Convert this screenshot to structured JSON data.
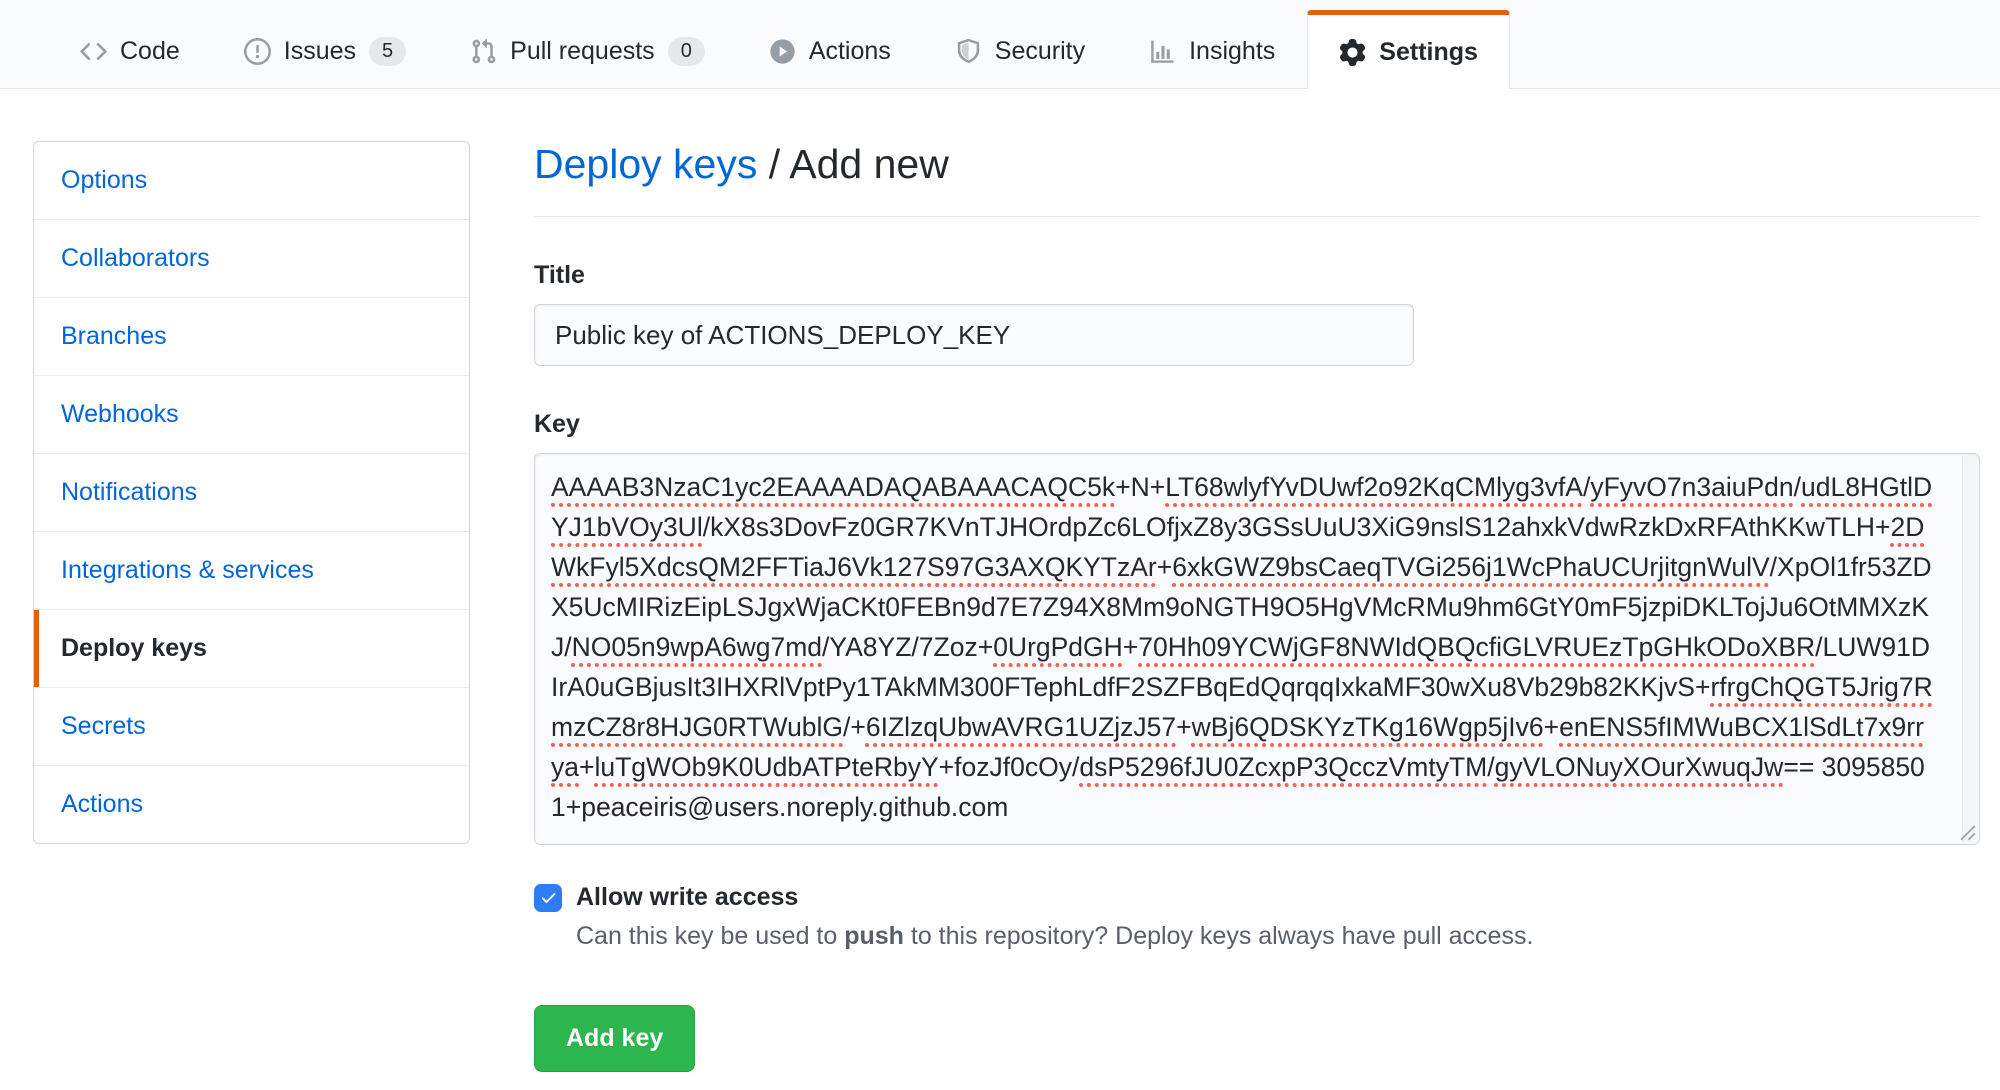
{
  "nav": {
    "tabs": [
      {
        "label": "Code",
        "icon": "code-icon"
      },
      {
        "label": "Issues",
        "icon": "issue-opened-icon",
        "count": "5"
      },
      {
        "label": "Pull requests",
        "icon": "pull-request-icon",
        "count": "0"
      },
      {
        "label": "Actions",
        "icon": "play-circle-icon"
      },
      {
        "label": "Security",
        "icon": "shield-icon"
      },
      {
        "label": "Insights",
        "icon": "bar-graph-icon"
      },
      {
        "label": "Settings",
        "icon": "gear-icon",
        "active": true
      }
    ]
  },
  "sidebar": {
    "items": [
      {
        "label": "Options"
      },
      {
        "label": "Collaborators"
      },
      {
        "label": "Branches"
      },
      {
        "label": "Webhooks"
      },
      {
        "label": "Notifications"
      },
      {
        "label": "Integrations & services"
      },
      {
        "label": "Deploy keys",
        "active": true
      },
      {
        "label": "Secrets"
      },
      {
        "label": "Actions"
      }
    ]
  },
  "main": {
    "breadcrumb": {
      "parent": "Deploy keys",
      "separator": " / ",
      "current": "Add new"
    },
    "title_field": {
      "label": "Title",
      "value": "Public key of ACTIONS_DEPLOY_KEY"
    },
    "key_field": {
      "label": "Key",
      "segments": [
        {
          "t": "AAAAB3NzaC1yc2EAAAADAQABAAACAQC5k",
          "m": true
        },
        {
          "t": "+N+",
          "m": false
        },
        {
          "t": "LT68wlyfYvDUwf2o92KqCMlyg3vfA",
          "m": true
        },
        {
          "t": "/",
          "m": false
        },
        {
          "t": "yFyvO7n3aiuPdn",
          "m": true
        },
        {
          "t": "/",
          "m": false
        },
        {
          "t": "udL8HGtlDYJ1bVOy3Ul",
          "m": true
        },
        {
          "t": "/",
          "m": false
        },
        {
          "t": "kX8s3DovFz0GR7KVnTJHOrdpZc6LOfjxZ8y3GSsUuU3XiG9nslS12ahxkVdwRzkDxRFAthKKwTLH",
          "m": false
        },
        {
          "t": "+",
          "m": false
        },
        {
          "t": "2DWkFyl5XdcsQM2FFTiaJ6Vk127S97G3AXQKYTzAr",
          "m": true
        },
        {
          "t": "+",
          "m": false
        },
        {
          "t": "6xkGWZ9bsCaeqTVGi256j1WcPhaUCUrjitgnWulV",
          "m": true
        },
        {
          "t": "/",
          "m": false
        },
        {
          "t": "XpOl1fr53ZDX5UcMIRizEipLSJgxWjaCKt0FEBn9d7E7Z94X8Mm9oNGTH9O5HgVMcRMu9hm6GtY0mF5jzpiDKLTojJu6OtMMXzKJ",
          "m": false
        },
        {
          "t": "/",
          "m": false
        },
        {
          "t": "NO05n9wpA6wg7md",
          "m": true
        },
        {
          "t": "/",
          "m": false
        },
        {
          "t": "YA8YZ",
          "m": false
        },
        {
          "t": "/",
          "m": false
        },
        {
          "t": "7Zoz",
          "m": false
        },
        {
          "t": "+",
          "m": false
        },
        {
          "t": "0UrgPdGH",
          "m": true
        },
        {
          "t": "+",
          "m": false
        },
        {
          "t": "70Hh09YCWjGF8NWIdQBQcfiGLVRUEzTpGHkODoXBR",
          "m": true
        },
        {
          "t": "/",
          "m": false
        },
        {
          "t": "LUW91DIrA0uGBjusIt3IHXRlVptPy1TAkMM300FTephLdfF2SZFBqEdQqrqqIxkaMF30wXu8Vb29b82KKjvS",
          "m": false
        },
        {
          "t": "+",
          "m": false
        },
        {
          "t": "rfrgChQGT5Jrig7RmzCZ8r8HJG0RTWublG",
          "m": true
        },
        {
          "t": "/+",
          "m": false
        },
        {
          "t": "6IZlzqUbwAVRG1UZjzJ57",
          "m": true
        },
        {
          "t": "+",
          "m": false
        },
        {
          "t": "wBj6QDSKYzTKg16Wgp5jIv6",
          "m": true
        },
        {
          "t": "+",
          "m": false
        },
        {
          "t": "enENS5fIMWuBCX1lSdLt7x9rrya",
          "m": true
        },
        {
          "t": "+",
          "m": false
        },
        {
          "t": "luTgWOb9K0UdbATPteRbyY",
          "m": true
        },
        {
          "t": "+",
          "m": false
        },
        {
          "t": "fozJf0cOy",
          "m": false
        },
        {
          "t": "/",
          "m": false
        },
        {
          "t": "dsP5296fJU0ZcxpP3QcczVmtyTM",
          "m": true
        },
        {
          "t": "/",
          "m": false
        },
        {
          "t": "gyVLONuyXOurXwuqJw",
          "m": true
        },
        {
          "t": "== 30958501+peaceiris@users.noreply.github.com",
          "m": false
        }
      ]
    },
    "write_access": {
      "label": "Allow write access",
      "checked": true,
      "description_before": "Can this key be used to ",
      "description_bold": "push",
      "description_after": " to this repository? Deploy keys always have pull access."
    },
    "submit_label": "Add key"
  },
  "colors": {
    "accent_orange": "#e36209",
    "link_blue": "#0366d6",
    "button_green": "#2cb64d",
    "checkbox_blue": "#2e7df6",
    "spell_red": "#fa6157",
    "border": "#e1e4e8",
    "bg_subtle": "#fafbfc"
  }
}
